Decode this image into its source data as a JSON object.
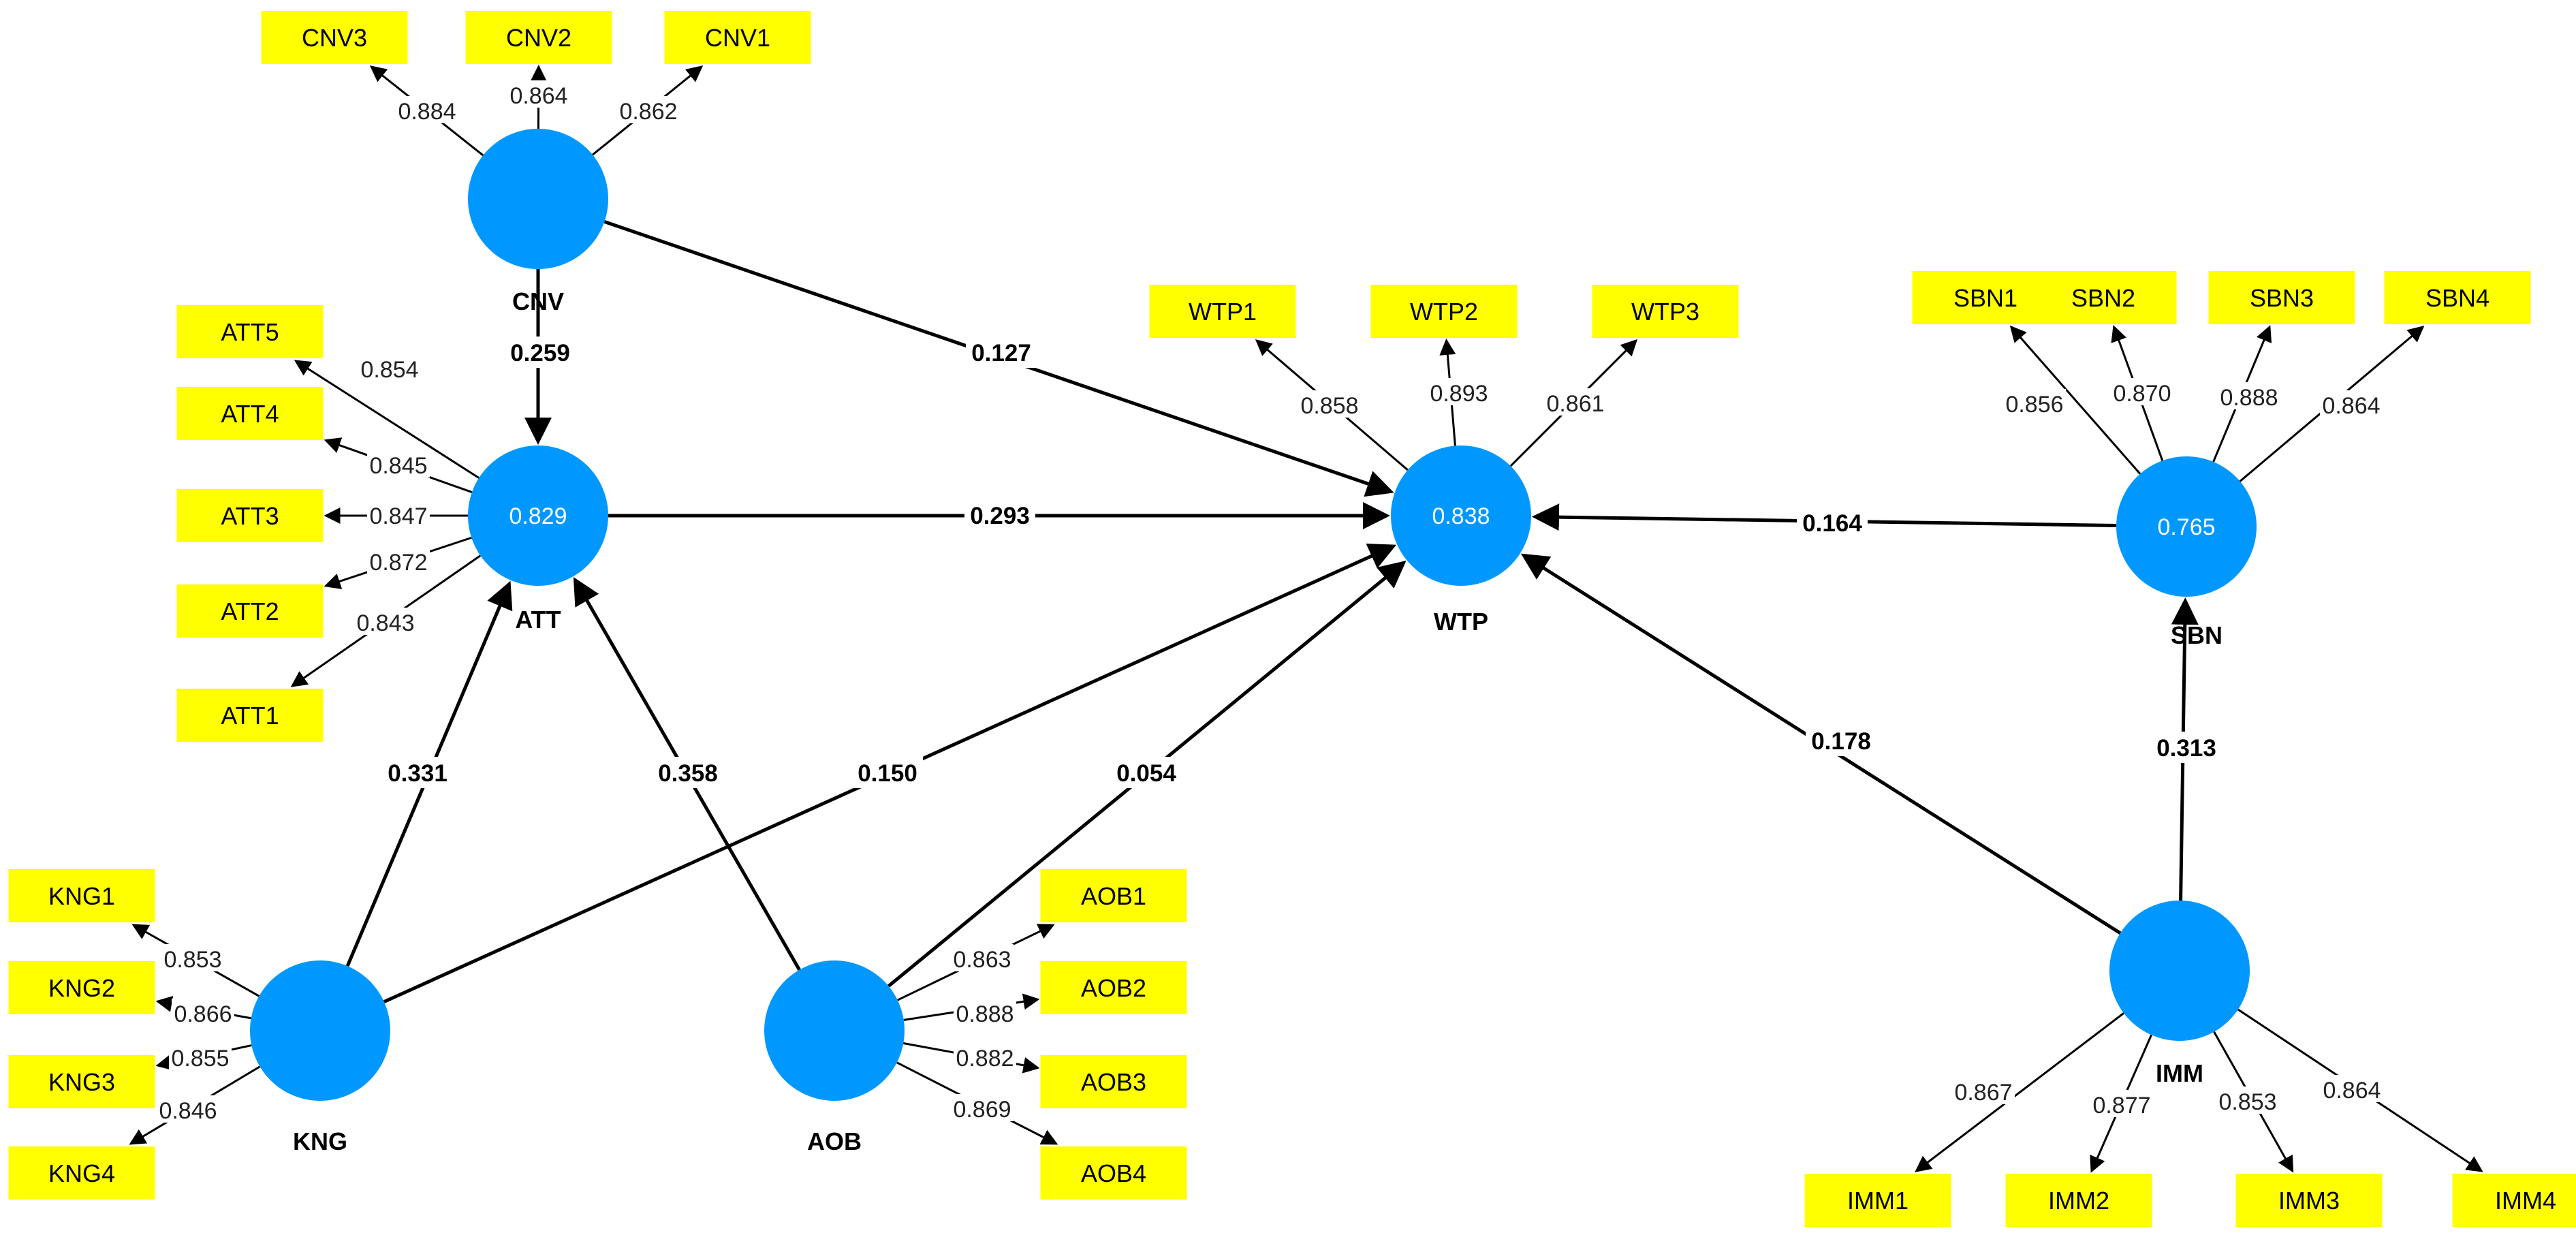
{
  "colors": {
    "construct_fill": "#0098FF",
    "indicator_fill": "#FFFF00",
    "line": "#000000",
    "background": "#FFFFFF"
  },
  "constructs": [
    {
      "id": "CNV",
      "name": "CNV",
      "r2": ""
    },
    {
      "id": "ATT",
      "name": "ATT",
      "r2": "0.829"
    },
    {
      "id": "WTP",
      "name": "WTP",
      "r2": "0.838"
    },
    {
      "id": "SBN",
      "name": "SBN",
      "r2": "0.765"
    },
    {
      "id": "KNG",
      "name": "KNG",
      "r2": ""
    },
    {
      "id": "AOB",
      "name": "AOB",
      "r2": ""
    },
    {
      "id": "IMM",
      "name": "IMM",
      "r2": ""
    }
  ],
  "indicators": [
    {
      "construct": "CNV",
      "label": "CNV3",
      "loading": "0.884"
    },
    {
      "construct": "CNV",
      "label": "CNV2",
      "loading": "0.864"
    },
    {
      "construct": "CNV",
      "label": "CNV1",
      "loading": "0.862"
    },
    {
      "construct": "ATT",
      "label": "ATT5",
      "loading": "0.854"
    },
    {
      "construct": "ATT",
      "label": "ATT4",
      "loading": "0.845"
    },
    {
      "construct": "ATT",
      "label": "ATT3",
      "loading": "0.847"
    },
    {
      "construct": "ATT",
      "label": "ATT2",
      "loading": "0.872"
    },
    {
      "construct": "ATT",
      "label": "ATT1",
      "loading": "0.843"
    },
    {
      "construct": "WTP",
      "label": "WTP1",
      "loading": "0.858"
    },
    {
      "construct": "WTP",
      "label": "WTP2",
      "loading": "0.893"
    },
    {
      "construct": "WTP",
      "label": "WTP3",
      "loading": "0.861"
    },
    {
      "construct": "SBN",
      "label": "SBN1",
      "loading": "0.856"
    },
    {
      "construct": "SBN",
      "label": "SBN2",
      "loading": "0.870"
    },
    {
      "construct": "SBN",
      "label": "SBN3",
      "loading": "0.888"
    },
    {
      "construct": "SBN",
      "label": "SBN4",
      "loading": "0.864"
    },
    {
      "construct": "KNG",
      "label": "KNG1",
      "loading": "0.853"
    },
    {
      "construct": "KNG",
      "label": "KNG2",
      "loading": "0.866"
    },
    {
      "construct": "KNG",
      "label": "KNG3",
      "loading": "0.855"
    },
    {
      "construct": "KNG",
      "label": "KNG4",
      "loading": "0.846"
    },
    {
      "construct": "AOB",
      "label": "AOB1",
      "loading": "0.863"
    },
    {
      "construct": "AOB",
      "label": "AOB2",
      "loading": "0.888"
    },
    {
      "construct": "AOB",
      "label": "AOB3",
      "loading": "0.882"
    },
    {
      "construct": "AOB",
      "label": "AOB4",
      "loading": "0.869"
    },
    {
      "construct": "IMM",
      "label": "IMM1",
      "loading": "0.867"
    },
    {
      "construct": "IMM",
      "label": "IMM2",
      "loading": "0.877"
    },
    {
      "construct": "IMM",
      "label": "IMM3",
      "loading": "0.853"
    },
    {
      "construct": "IMM",
      "label": "IMM4",
      "loading": "0.864"
    }
  ],
  "paths": [
    {
      "from": "CNV",
      "to": "ATT",
      "coef": "0.259"
    },
    {
      "from": "CNV",
      "to": "WTP",
      "coef": "0.127"
    },
    {
      "from": "ATT",
      "to": "WTP",
      "coef": "0.293"
    },
    {
      "from": "SBN",
      "to": "WTP",
      "coef": "0.164"
    },
    {
      "from": "KNG",
      "to": "ATT",
      "coef": "0.331"
    },
    {
      "from": "AOB",
      "to": "ATT",
      "coef": "0.358"
    },
    {
      "from": "KNG",
      "to": "WTP",
      "coef": "0.150"
    },
    {
      "from": "AOB",
      "to": "WTP",
      "coef": "0.054"
    },
    {
      "from": "IMM",
      "to": "WTP",
      "coef": "0.178"
    },
    {
      "from": "IMM",
      "to": "SBN",
      "coef": "0.313"
    }
  ]
}
